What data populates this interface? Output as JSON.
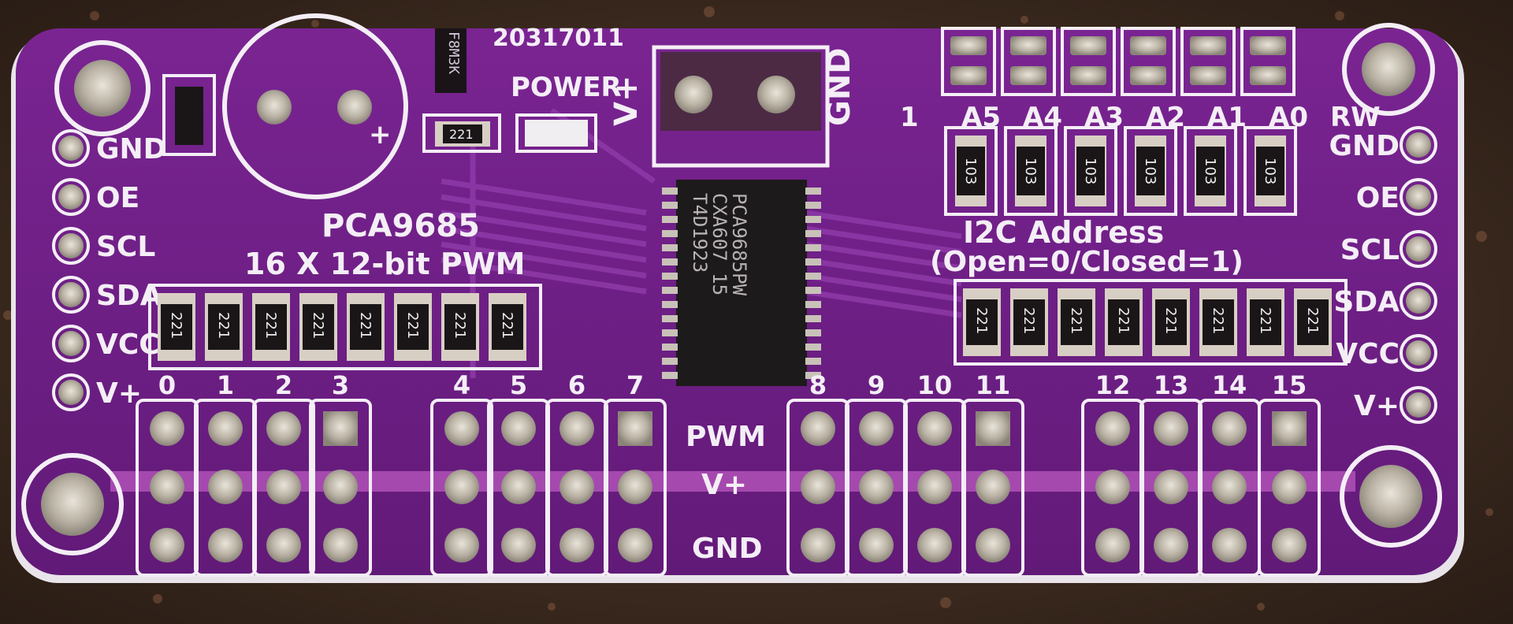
{
  "board": {
    "title": "PCA9685",
    "subtitle": "16 X 12-bit PWM",
    "power_label": "POWER",
    "vplus_label": "V+",
    "terminal_gnd": "GND",
    "top_code": "20317011",
    "diode_code": "F8M3K",
    "address_title": "I2C Address",
    "address_note": "(Open=0/Closed=1)",
    "address_bits": [
      "1",
      "A5",
      "A4",
      "A3",
      "A2",
      "A1",
      "A0",
      "RW"
    ],
    "left_pins": [
      "GND",
      "OE",
      "SCL",
      "SDA",
      "VCC",
      "V+"
    ],
    "right_pins": [
      "GND",
      "OE",
      "SCL",
      "SDA",
      "VCC",
      "V+"
    ],
    "row_labels": {
      "pwm": "PWM",
      "vplus": "V+",
      "gnd": "GND"
    },
    "channels": [
      "0",
      "1",
      "2",
      "3",
      "4",
      "5",
      "6",
      "7",
      "8",
      "9",
      "10",
      "11",
      "12",
      "13",
      "14",
      "15"
    ],
    "resistor_code": "221",
    "address_resistor_code": "103",
    "chip": {
      "line1": "PCA9685PW",
      "line2": "CXA607 15",
      "line3": "T4D1923"
    }
  },
  "colors": {
    "pcb": "#6e1e86",
    "trace": "#8a34a4",
    "silk": "#f4eef6",
    "pad": "#c9c2b4",
    "background": "#3a2a1e"
  }
}
